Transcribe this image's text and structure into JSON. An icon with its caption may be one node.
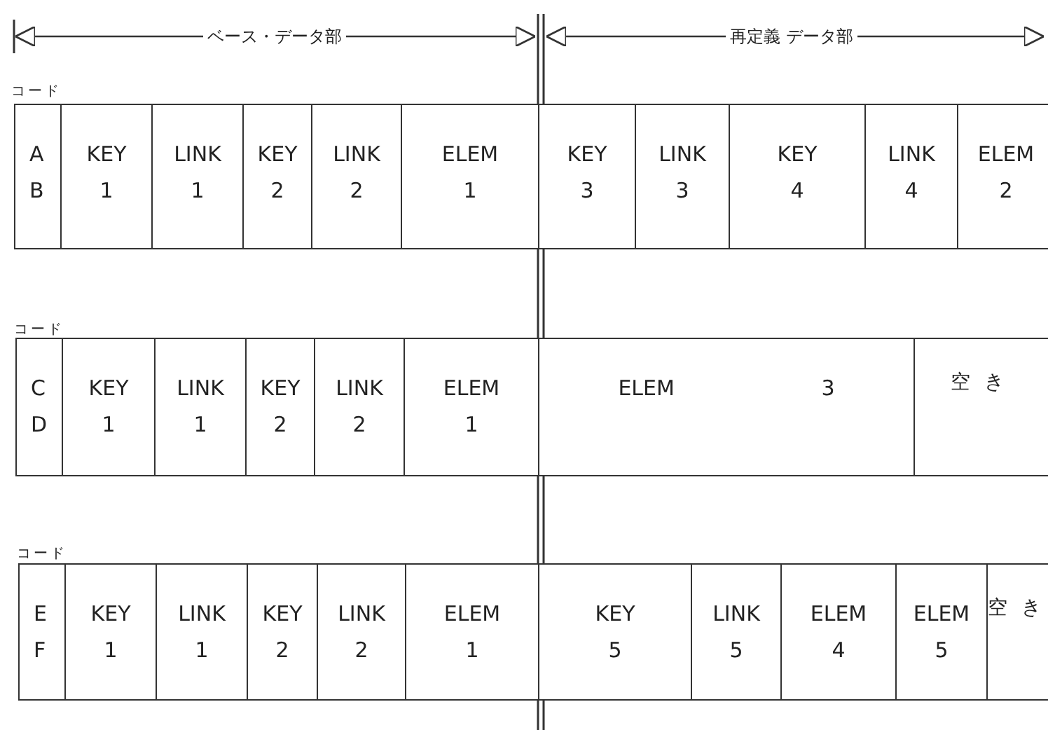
{
  "diagram": {
    "labels": [
      "ベース・データ部",
      "再定義 データ部",
      "コード",
      "A B",
      "KEY 1",
      "LINK 1",
      "KEY 2",
      "LINK 2",
      "ELEM 1",
      "KEY 3",
      "LINK 3",
      "KEY 4",
      "LINK 4",
      "ELEM 2",
      "コード",
      "C D",
      "KEY 1",
      "LINK 1",
      "KEY 2",
      "LINK 2",
      "ELEM 1",
      "ELEM 3",
      "空き",
      "コード",
      "E F",
      "KEY 1",
      "LINK 1",
      "KEY 2",
      "LINK 2",
      "ELEM 1",
      "KEY 5",
      "LINK 5",
      "ELEM 4",
      "ELEM 5",
      "空き"
    ]
  }
}
